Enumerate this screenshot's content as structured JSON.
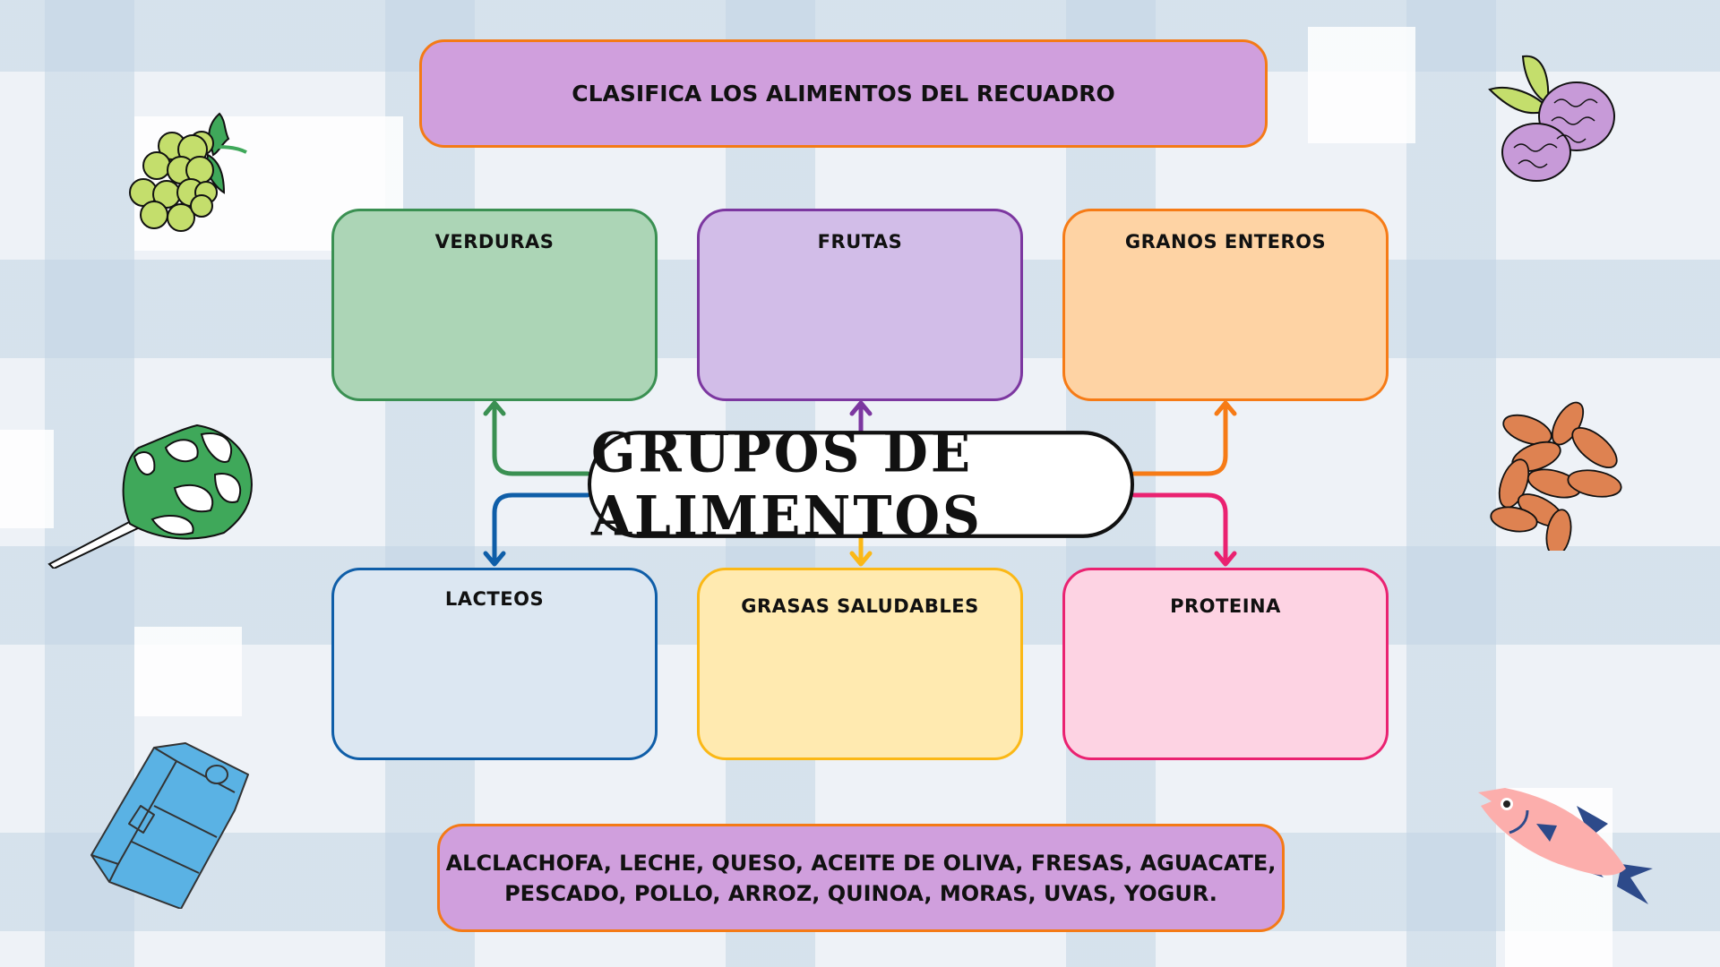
{
  "header": {
    "instruction": "CLASIFICA LOS ALIMENTOS DEL RECUADRO"
  },
  "center": {
    "title": "GRUPOS DE ALIMENTOS"
  },
  "groups": [
    {
      "label": "VERDURAS",
      "fill": "#acd5b6",
      "border": "#3a9052"
    },
    {
      "label": "FRUTAS",
      "fill": "#d2bde8",
      "border": "#7c37a0"
    },
    {
      "label": "GRANOS ENTEROS",
      "fill": "#fed3a4",
      "border": "#f67b16"
    },
    {
      "label": "LACTEOS",
      "fill": "#dce7f2",
      "border": "#0f5ea8"
    },
    {
      "label": "GRASAS SALUDABLES",
      "fill": "#ffeab0",
      "border": "#fbb816"
    },
    {
      "label": "PROTEINA",
      "fill": "#fdd3e3",
      "border": "#ea2271"
    }
  ],
  "food_list": {
    "line1": "ALCLACHOFA, LECHE, QUESO, ACEITE DE OLIVA, FRESAS, AGUACATE,",
    "line2": "PESCADO, POLLO, ARROZ, QUINOA, MORAS, UVAS, YOGUR."
  },
  "decorations": [
    "grapes-icon",
    "blackberries-icon",
    "lettuce-icon",
    "beans-icon",
    "milk-carton-icon",
    "fish-icon"
  ],
  "colors": {
    "banner_fill": "#d09fdd",
    "banner_border": "#f47a16",
    "background": "#eef2f7"
  }
}
